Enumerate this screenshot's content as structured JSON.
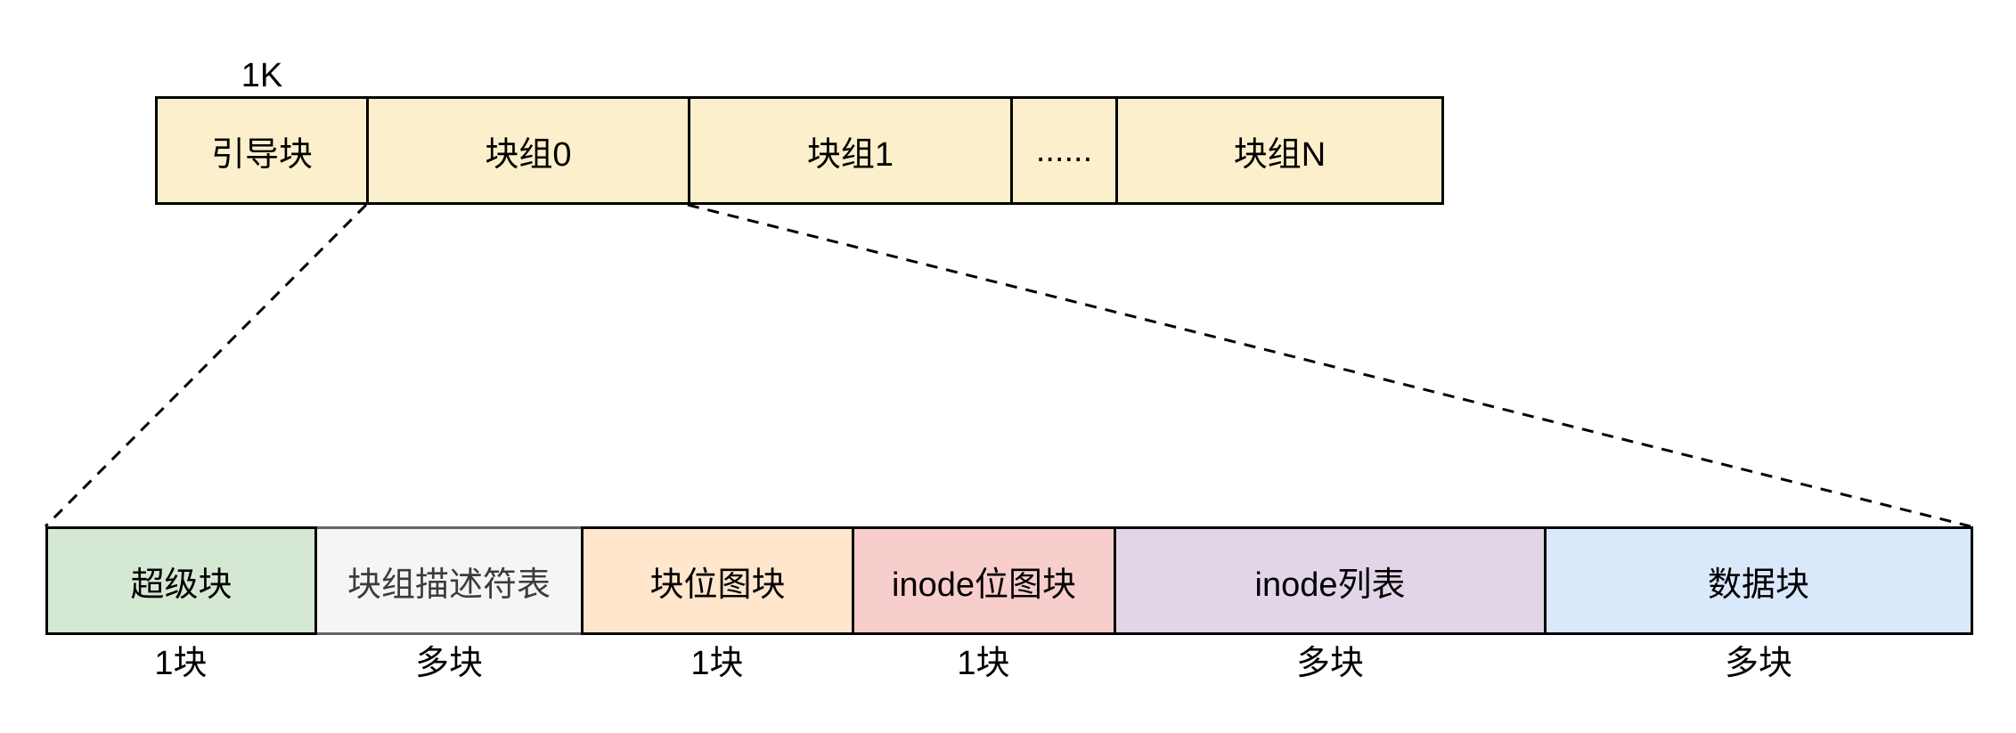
{
  "diagram": {
    "size_label": "1K",
    "line_color": "#000000",
    "background": "#FFFFFF",
    "disk_row": {
      "fill": "#FCEFCB",
      "border": "#000000",
      "cells": [
        {
          "label": "引导块"
        },
        {
          "label": "块组0"
        },
        {
          "label": "块组1"
        },
        {
          "label": "......"
        },
        {
          "label": "块组N"
        }
      ]
    },
    "group_row": {
      "cells": [
        {
          "label": "超级块",
          "caption": "1块",
          "fill": "#D5E8D4",
          "border": "#000000",
          "text": "#000000"
        },
        {
          "label": "块组描述符表",
          "caption": "多块",
          "fill": "#F5F5F5",
          "border": "#666666",
          "text": "#3C3C3C"
        },
        {
          "label": "块位图块",
          "caption": "1块",
          "fill": "#FFE6CC",
          "border": "#000000",
          "text": "#000000"
        },
        {
          "label": "inode位图块",
          "caption": "1块",
          "fill": "#F8CECC",
          "border": "#000000",
          "text": "#000000"
        },
        {
          "label": "inode列表",
          "caption": "多块",
          "fill": "#E1D5E7",
          "border": "#000000",
          "text": "#000000"
        },
        {
          "label": "数据块",
          "caption": "多块",
          "fill": "#DAE8FC",
          "border": "#000000",
          "text": "#000000"
        }
      ]
    }
  }
}
